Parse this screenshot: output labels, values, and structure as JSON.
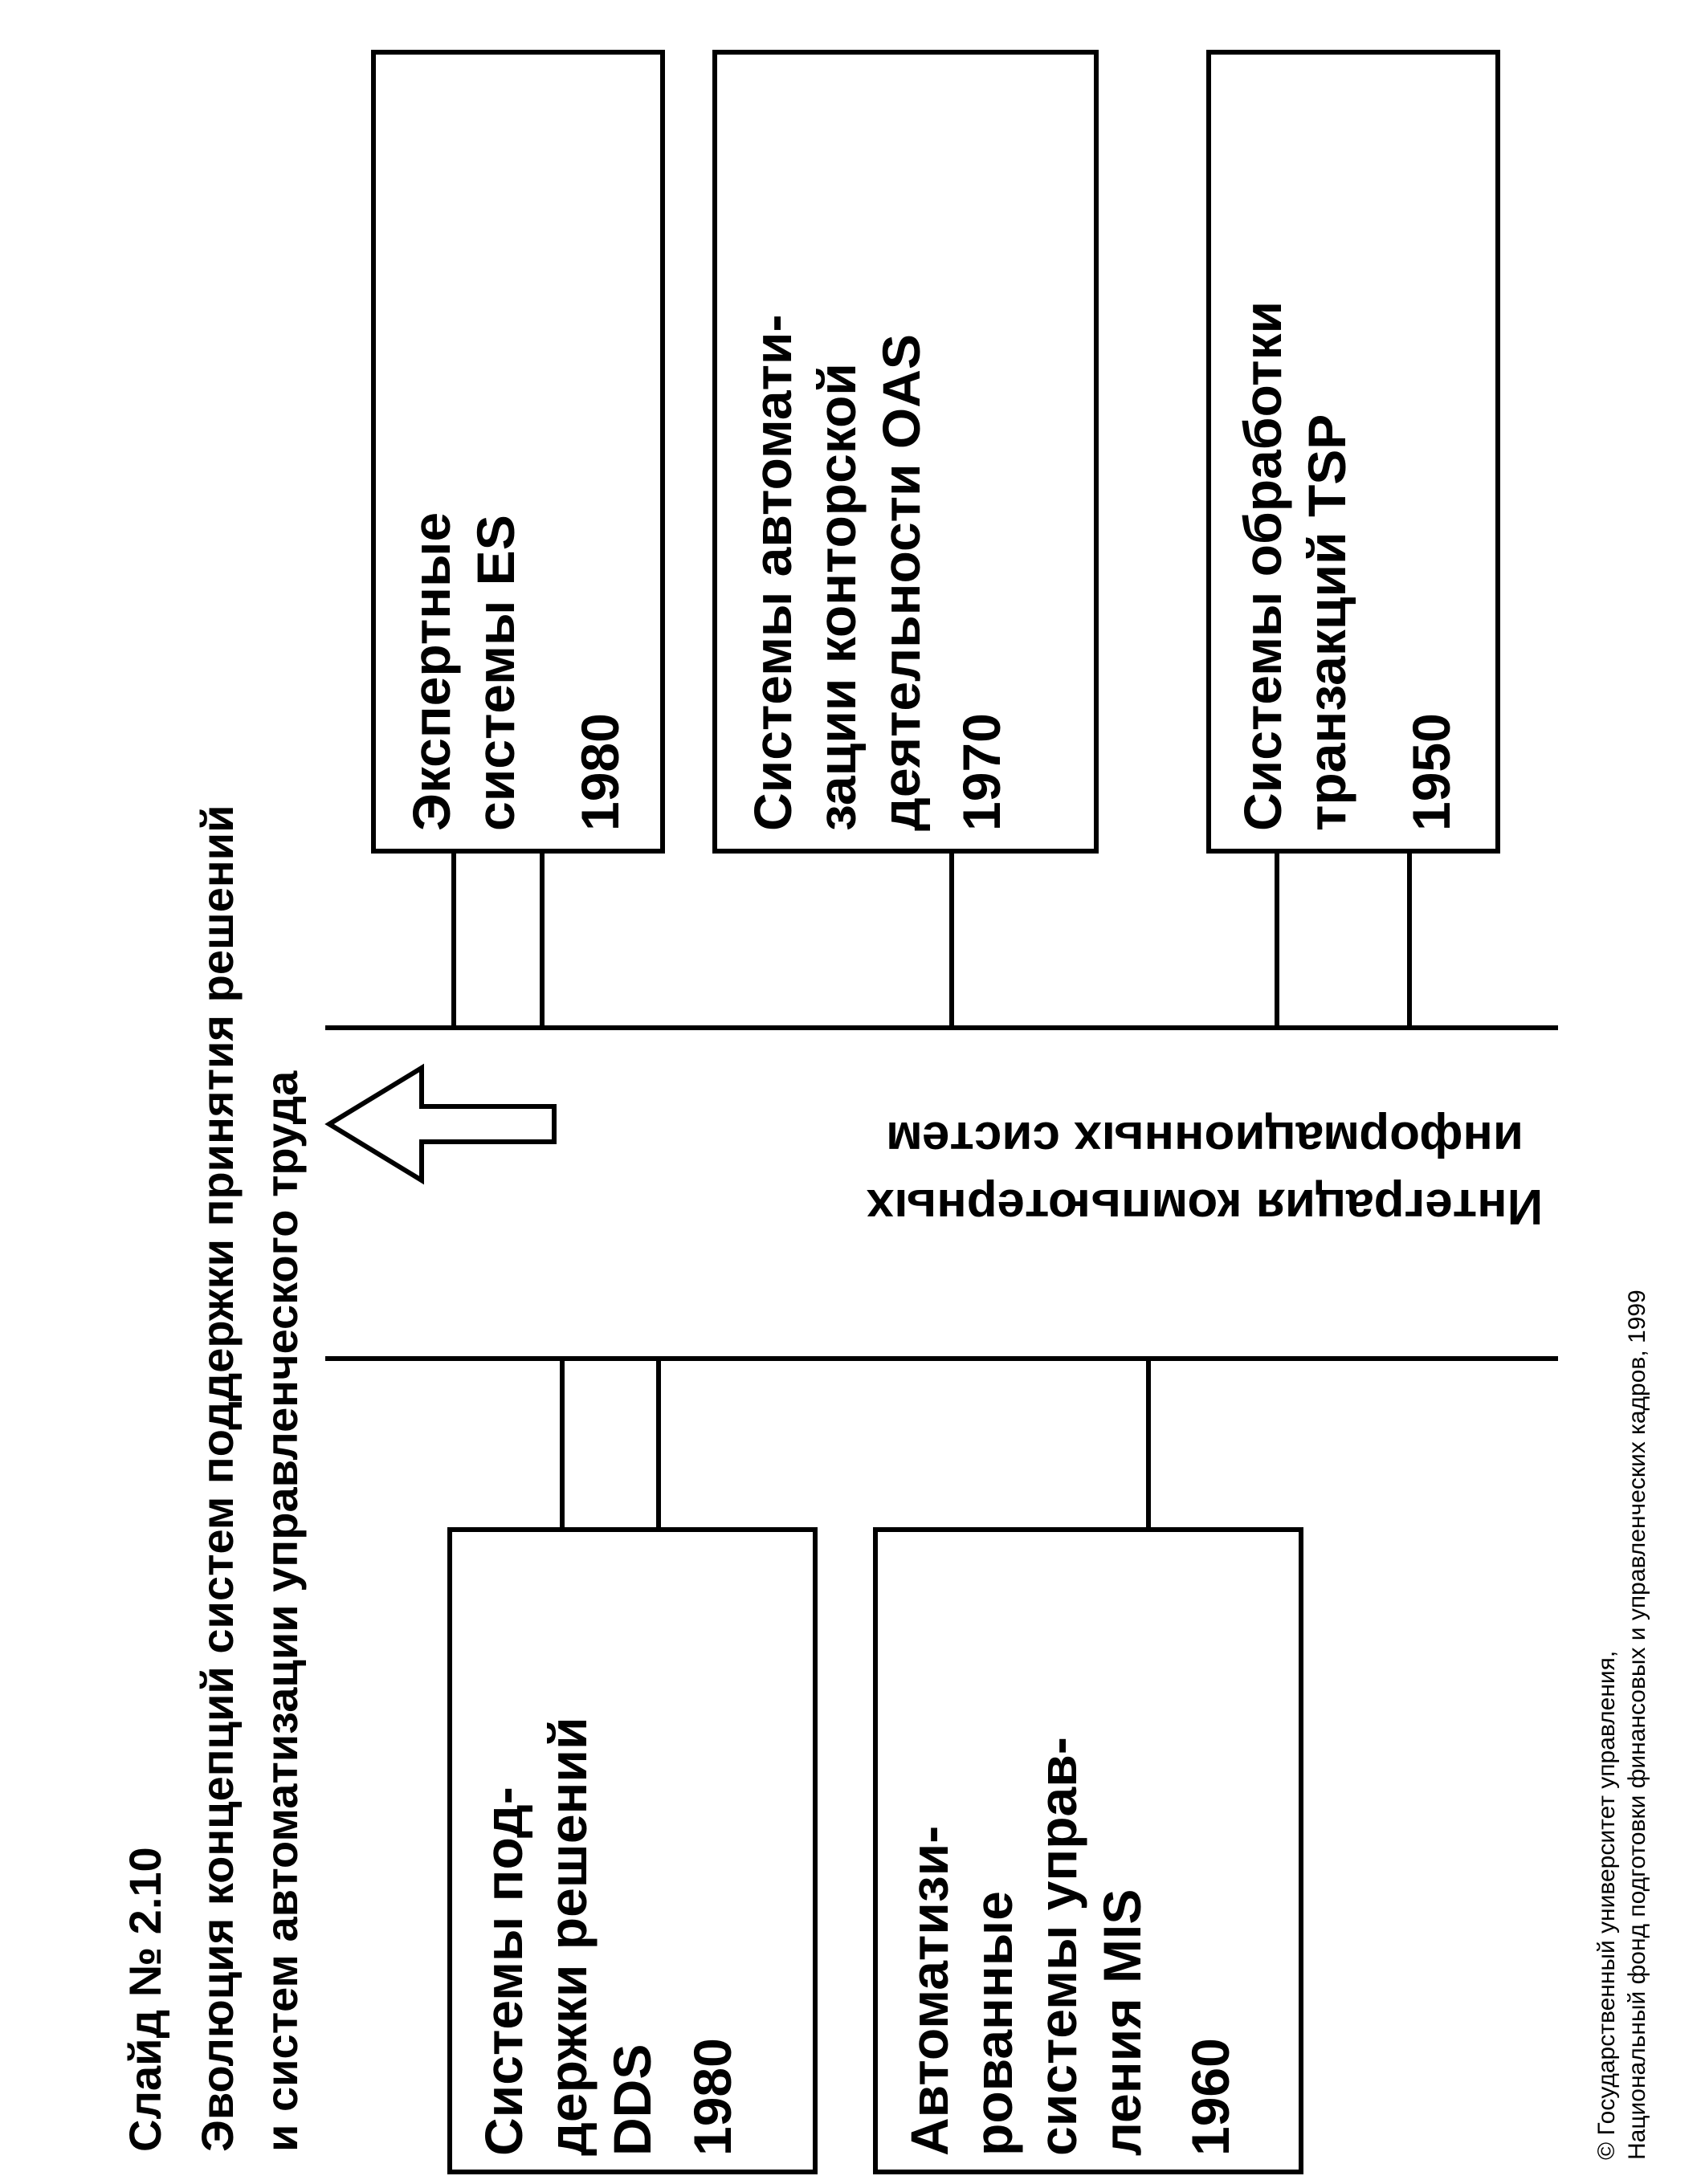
{
  "slide": {
    "number_label": "Слайд № 2.10",
    "title_lines": [
      "Эволюция концепций систем поддержки принятия решений",
      "и систем автоматизации управленческого труда"
    ]
  },
  "integration": {
    "lines": [
      "Интеграция компьютерных",
      "информационных систем"
    ]
  },
  "boxes": {
    "es": {
      "lines": [
        "Экспертные",
        "системы ES"
      ],
      "year": "1980"
    },
    "oas": {
      "lines": [
        "Системы автомати-",
        "зации конторской",
        "деятельности OAS"
      ],
      "year": "1970"
    },
    "tsp": {
      "lines": [
        "Системы обработки",
        "транзакций TSP"
      ],
      "year": "1950"
    },
    "dds": {
      "lines": [
        "Системы под-",
        "держки решений",
        "DDS"
      ],
      "year": "1980"
    },
    "mis": {
      "lines": [
        "Автоматизи-",
        "рованные",
        "системы управ-",
        "ления MIS"
      ],
      "year": "1960"
    }
  },
  "copyright": {
    "lines": [
      "© Государственный университет управления,",
      "Национальный фонд подготовки финансовых и управленческих кадров, 1999"
    ]
  },
  "colors": {
    "ink": "#000000",
    "paper": "#ffffff"
  }
}
